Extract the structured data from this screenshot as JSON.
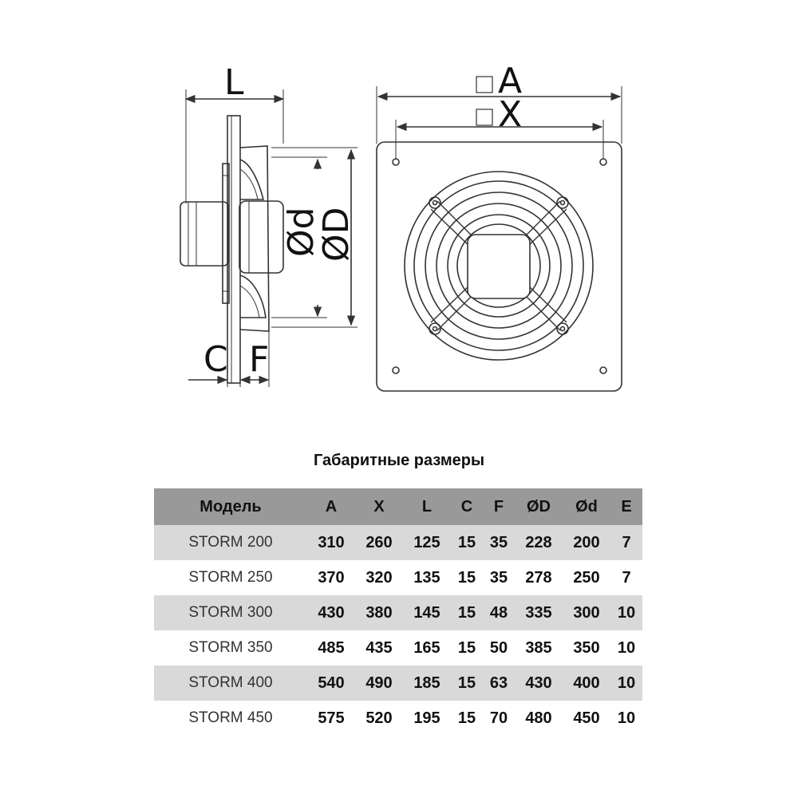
{
  "diagram": {
    "labels": {
      "L": "L",
      "C": "C",
      "F": "F",
      "A": "A",
      "X": "X",
      "d": "Ød",
      "D": "ØD"
    },
    "colors": {
      "line": "#333333",
      "header_bg": "#999999",
      "row_shaded": "#d9d9d9"
    }
  },
  "table": {
    "title": "Габаритные размеры",
    "headers": [
      "Модель",
      "A",
      "X",
      "L",
      "C",
      "F",
      "ØD",
      "Ød",
      "E"
    ],
    "rows": [
      [
        "STORM 200",
        "310",
        "260",
        "125",
        "15",
        "35",
        "228",
        "200",
        "7"
      ],
      [
        "STORM 250",
        "370",
        "320",
        "135",
        "15",
        "35",
        "278",
        "250",
        "7"
      ],
      [
        "STORM 300",
        "430",
        "380",
        "145",
        "15",
        "48",
        "335",
        "300",
        "10"
      ],
      [
        "STORM 350",
        "485",
        "435",
        "165",
        "15",
        "50",
        "385",
        "350",
        "10"
      ],
      [
        "STORM 400",
        "540",
        "490",
        "185",
        "15",
        "63",
        "430",
        "400",
        "10"
      ],
      [
        "STORM 450",
        "575",
        "520",
        "195",
        "15",
        "70",
        "480",
        "450",
        "10"
      ]
    ]
  }
}
